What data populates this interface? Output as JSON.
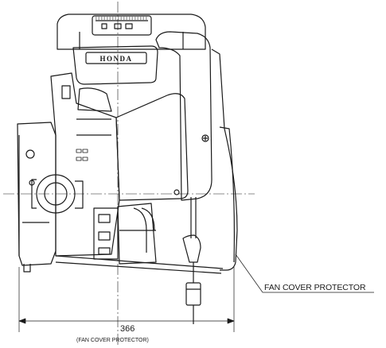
{
  "drawing": {
    "brand_text": "HONDA",
    "callout_label": "FAN COVER PROTECTOR",
    "dimension_value": "366",
    "dimension_note": "(FAN COVER PROTECTOR)",
    "line_color": "#1a1a1a",
    "background": "#ffffff"
  }
}
